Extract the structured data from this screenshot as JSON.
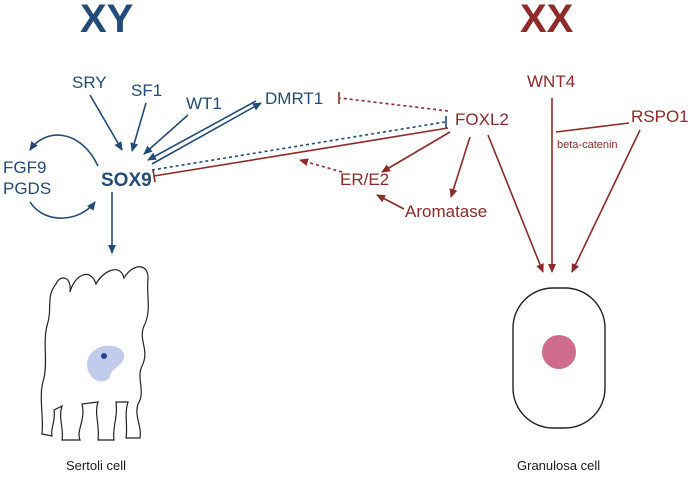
{
  "titles": {
    "xy": "XY",
    "xx": "XX"
  },
  "xy_pathway": {
    "sry": "SRY",
    "sf1": "SF1",
    "wt1": "WT1",
    "dmrt1": "DMRT1",
    "sox9": "SOX9",
    "fgf9": "FGF9",
    "pgds": "PGDS"
  },
  "xx_pathway": {
    "wnt4": "WNT4",
    "rspo1": "RSPO1",
    "foxl2": "FOXL2",
    "beta_catenin": "beta-catenin",
    "er_e2": "ER/E2",
    "aromatase": "Aromatase"
  },
  "cells": {
    "sertoli": "Sertoli cell",
    "granulosa": "Granulosa cell"
  },
  "colors": {
    "xy": "#234b7a",
    "xx": "#8e2a27",
    "nucleus_sertoli": "#b6c3ea",
    "nucleus_granulosa": "#cf6b8c"
  }
}
